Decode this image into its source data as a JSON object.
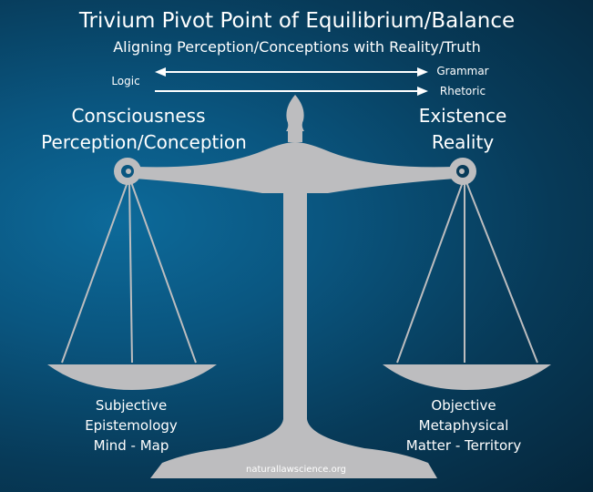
{
  "title": "Trivium Pivot Point of Equilibrium/Balance",
  "subtitle": "Aligning Perception/Conceptions with Reality/Truth",
  "arrows": {
    "left": "Logic",
    "right_top": "Grammar",
    "right_bottom": "Rhetoric"
  },
  "left_side": {
    "heading1": "Consciousness",
    "heading2": "Perception/Conception",
    "lines": [
      "Subjective",
      "Epistemology",
      "Mind - Map"
    ]
  },
  "right_side": {
    "heading1": "Existence",
    "heading2": "Reality",
    "lines": [
      "Objective",
      "Metaphysical",
      "Matter - Territory"
    ]
  },
  "footer": "naturallawscience.org",
  "colors": {
    "scale": "#bdbdbf",
    "text": "#ffffff"
  }
}
